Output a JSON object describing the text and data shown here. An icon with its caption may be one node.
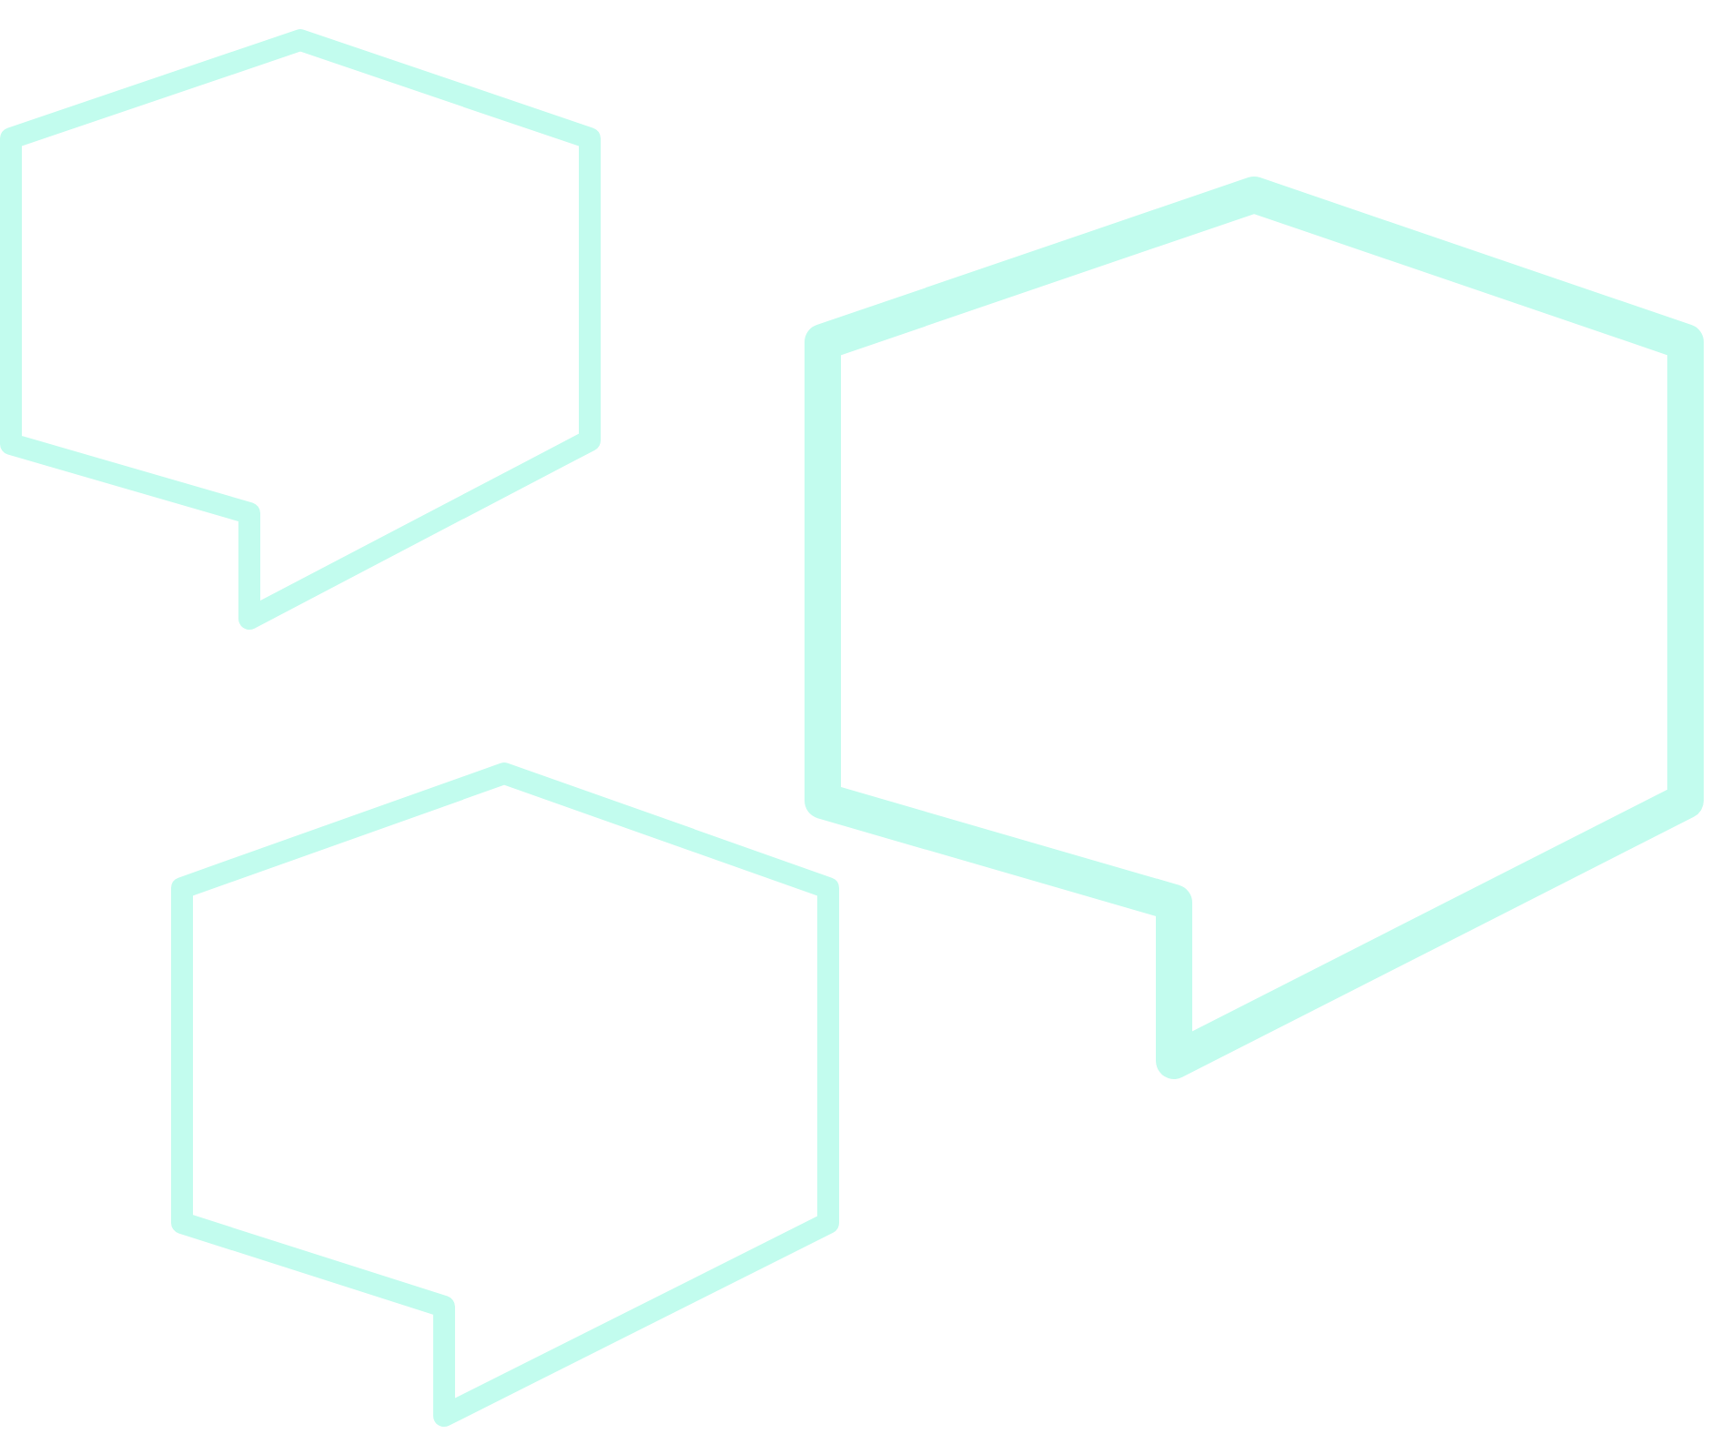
{
  "diagram": {
    "nodes": [
      {
        "text": [],
        "shape": "hexagon"
      },
      {
        "text": [],
        "shape": "hexagon"
      },
      {
        "text": [],
        "shape": "hexagon"
      }
    ]
  }
}
